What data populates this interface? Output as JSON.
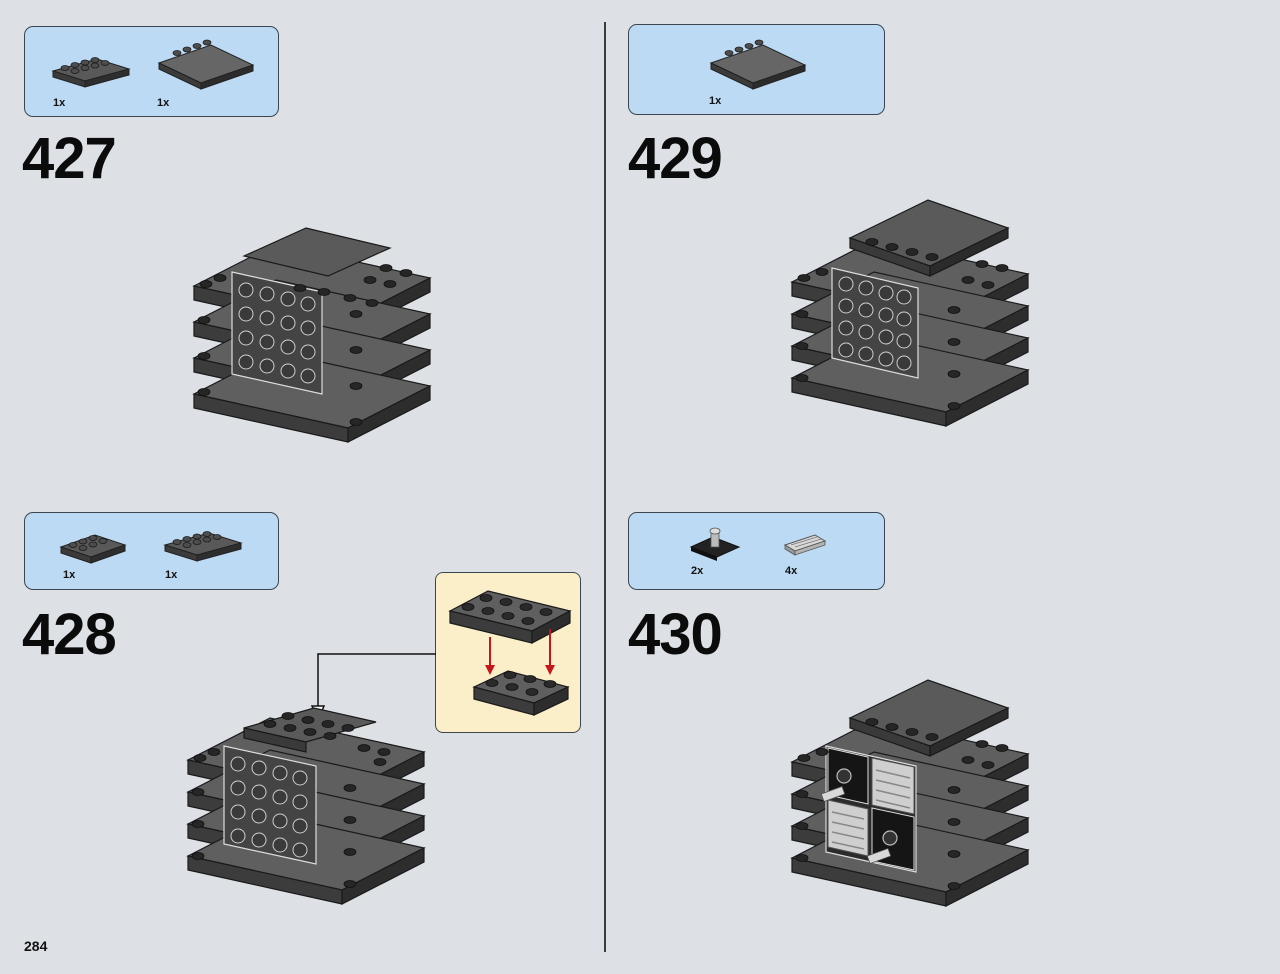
{
  "page": {
    "number": "284"
  },
  "steps": [
    {
      "number": "427",
      "parts": [
        {
          "qty": "1x",
          "icon": "plate-2x4-dark-gray-icon"
        },
        {
          "qty": "1x",
          "icon": "tile-4x4-dark-gray-icon"
        }
      ]
    },
    {
      "number": "428",
      "parts": [
        {
          "qty": "1x",
          "icon": "plate-2x3-dark-gray-icon"
        },
        {
          "qty": "1x",
          "icon": "plate-2x4-dark-gray-icon"
        }
      ]
    },
    {
      "number": "429",
      "parts": [
        {
          "qty": "1x",
          "icon": "tile-4x4-dark-gray-icon"
        }
      ]
    },
    {
      "number": "430",
      "parts": [
        {
          "qty": "2x",
          "icon": "plate-2x2-with-bar-black-icon"
        },
        {
          "qty": "4x",
          "icon": "grille-tile-trans-icon"
        }
      ]
    }
  ],
  "colors": {
    "page_bg": "#dde1e5",
    "parts_box": "#bcdaf3",
    "callout_bg": "#fbefca",
    "brick_top": "#5b5b5b",
    "brick_side": "#3a3a3a",
    "arrow_red": "#c4161c"
  }
}
